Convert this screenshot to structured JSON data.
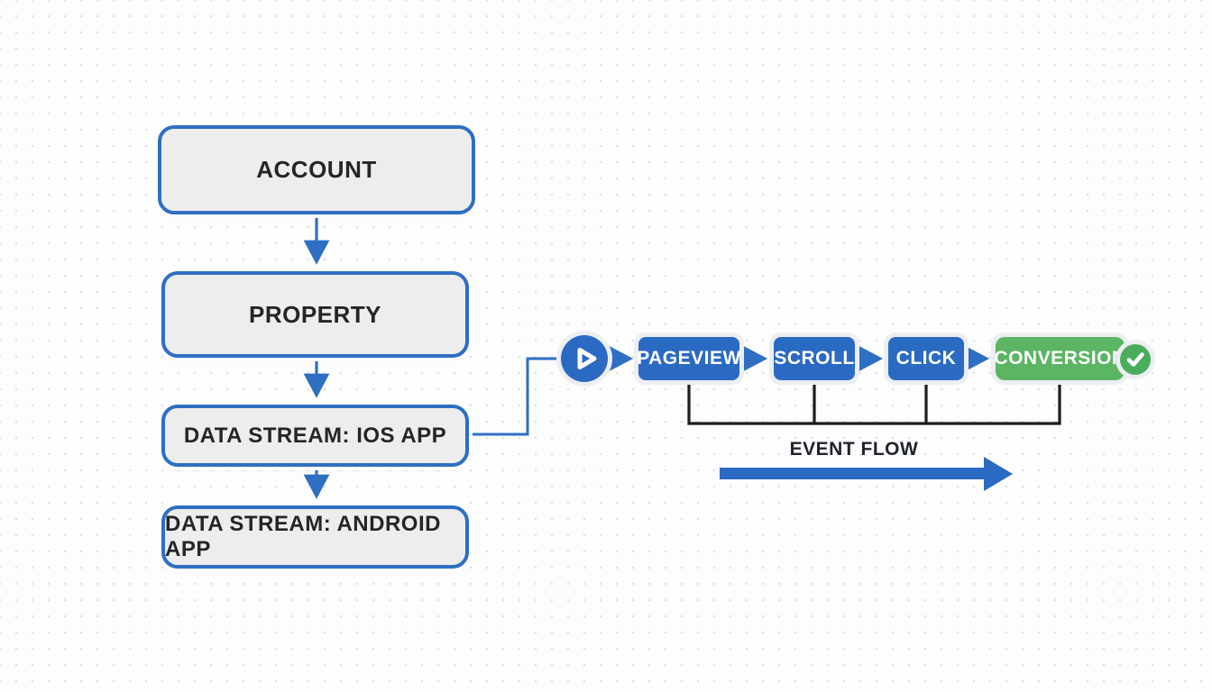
{
  "hierarchy": {
    "nodes": [
      {
        "label": "ACCOUNT"
      },
      {
        "label": "PROPERTY"
      },
      {
        "label": "DATA STREAM: IOS APP"
      },
      {
        "label": "DATA STREAM: ANDROID APP"
      }
    ]
  },
  "event_flow": {
    "start_icon": "play-icon",
    "steps": [
      {
        "label": "PAGEVIEW"
      },
      {
        "label": "SCROLL"
      },
      {
        "label": "CLICK"
      },
      {
        "label": "CONVERSION",
        "badge_icon": "check-icon"
      }
    ],
    "caption": "EVENT FLOW"
  },
  "colors": {
    "node_fill": "#ededed",
    "node_border": "#2e6fc2",
    "node_text": "#252525",
    "event_step_blue": "#2b6ac3",
    "event_step_green": "#5bb563",
    "badge_green": "#4aad5c",
    "connector_blue": "#2e6fc2",
    "bracket_black": "#1d1d1d",
    "caption_text": "#20242b",
    "halo": "#eceef1",
    "dot_grid": "#dde1e6"
  }
}
